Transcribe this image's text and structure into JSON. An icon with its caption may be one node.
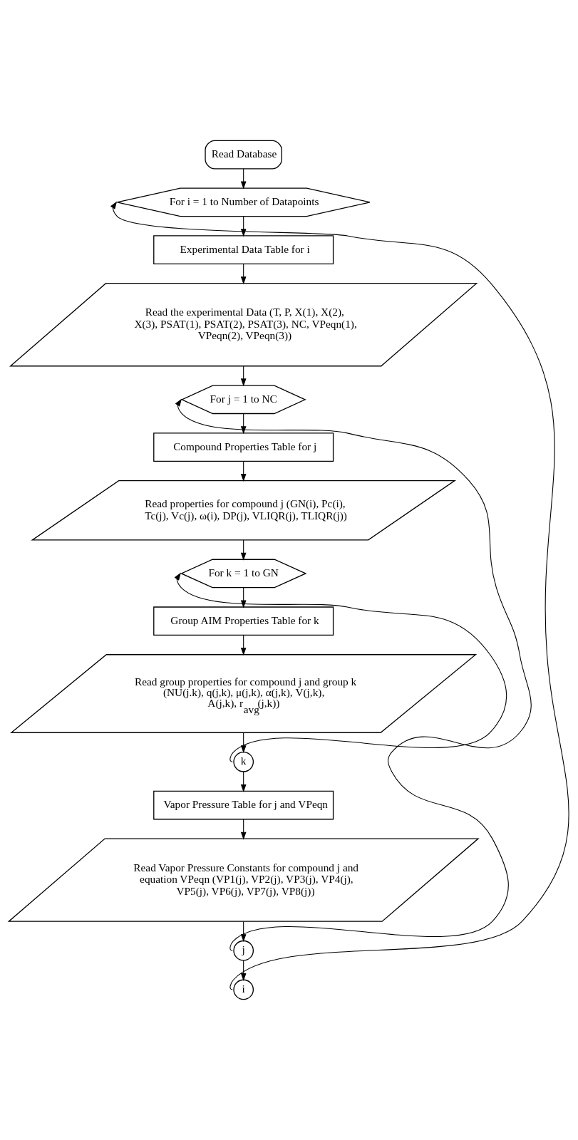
{
  "diagram": {
    "nodes": [
      {
        "text": [
          "Read Database"
        ]
      },
      {
        "text": [
          "For i = 1 to Number of Datapoints"
        ]
      },
      {
        "text": [
          "Experimental Data Table for i"
        ]
      },
      {
        "text": [
          "Read the experimental Data (T, P, X(1), X(2), X(3), PSAT(1), PSAT(2), PSAT(3), NC, VPeqn(1), VPeqn(2), VPeqn(3))"
        ]
      },
      {
        "text": [
          "For j = 1 to NC"
        ]
      },
      {
        "text": [
          "Compound Properties Table for j"
        ]
      },
      {
        "text": [
          "Read properties for compound j (GN(i), Pc(i), Tc(j), Vc(j), ω(i), DP(j), VLIQR(j), TLIQR(j))"
        ]
      },
      {
        "text": [
          "For k = 1 to GN"
        ]
      },
      {
        "text": [
          "Group AIM Properties Table for k"
        ]
      },
      {
        "text": [
          "Read group properties for compound j and group k (NU(j.k), q(j,k), μ(j,k), α(j,k), V(j,k), A(j,k), r$_{avg}$(j,k))"
        ]
      },
      {
        "text": [
          "k"
        ]
      },
      {
        "text": [
          "Vapor Pressure Table for j and VPeqn"
        ]
      },
      {
        "text": [
          "Read Vapor Pressure Constants for compound j and equation VPeqn (VP1(j), VP2(j), VP3(j), VP4(j), VP5(j), VP6(j), VP7(j), VP8(j))"
        ]
      },
      {
        "text": [
          "j"
        ]
      },
      {
        "text": [
          "i"
        ]
      }
    ],
    "edges": [
      {
        "from": 0,
        "to": 1,
        "arrow": "to"
      },
      {
        "from": 1,
        "to": 2,
        "arrow": "to"
      },
      {
        "from": 2,
        "to": 3,
        "arrow": "to"
      },
      {
        "from": 3,
        "to": 4,
        "arrow": "to"
      },
      {
        "from": 4,
        "to": 5,
        "arrow": "to"
      },
      {
        "from": 5,
        "to": 6,
        "arrow": "to"
      },
      {
        "from": 6,
        "to": 7,
        "arrow": "to"
      },
      {
        "from": 7,
        "to": 8,
        "arrow": "to"
      },
      {
        "from": 8,
        "to": 9,
        "arrow": "to"
      },
      {
        "from": 9,
        "to": 10,
        "arrow": "to"
      },
      {
        "from": 10,
        "to": 7,
        "arrow": "to"
      },
      {
        "from": 10,
        "to": 11,
        "arrow": "to"
      },
      {
        "from": 11,
        "to": 12,
        "arrow": "to"
      },
      {
        "from": 12,
        "to": 13,
        "arrow": "to"
      },
      {
        "from": 13,
        "to": 4,
        "arrow": "to"
      },
      {
        "from": 13,
        "to": 14,
        "arrow": "to"
      },
      {
        "from": 14,
        "to": 1,
        "arrow": "to"
      }
    ]
  }
}
